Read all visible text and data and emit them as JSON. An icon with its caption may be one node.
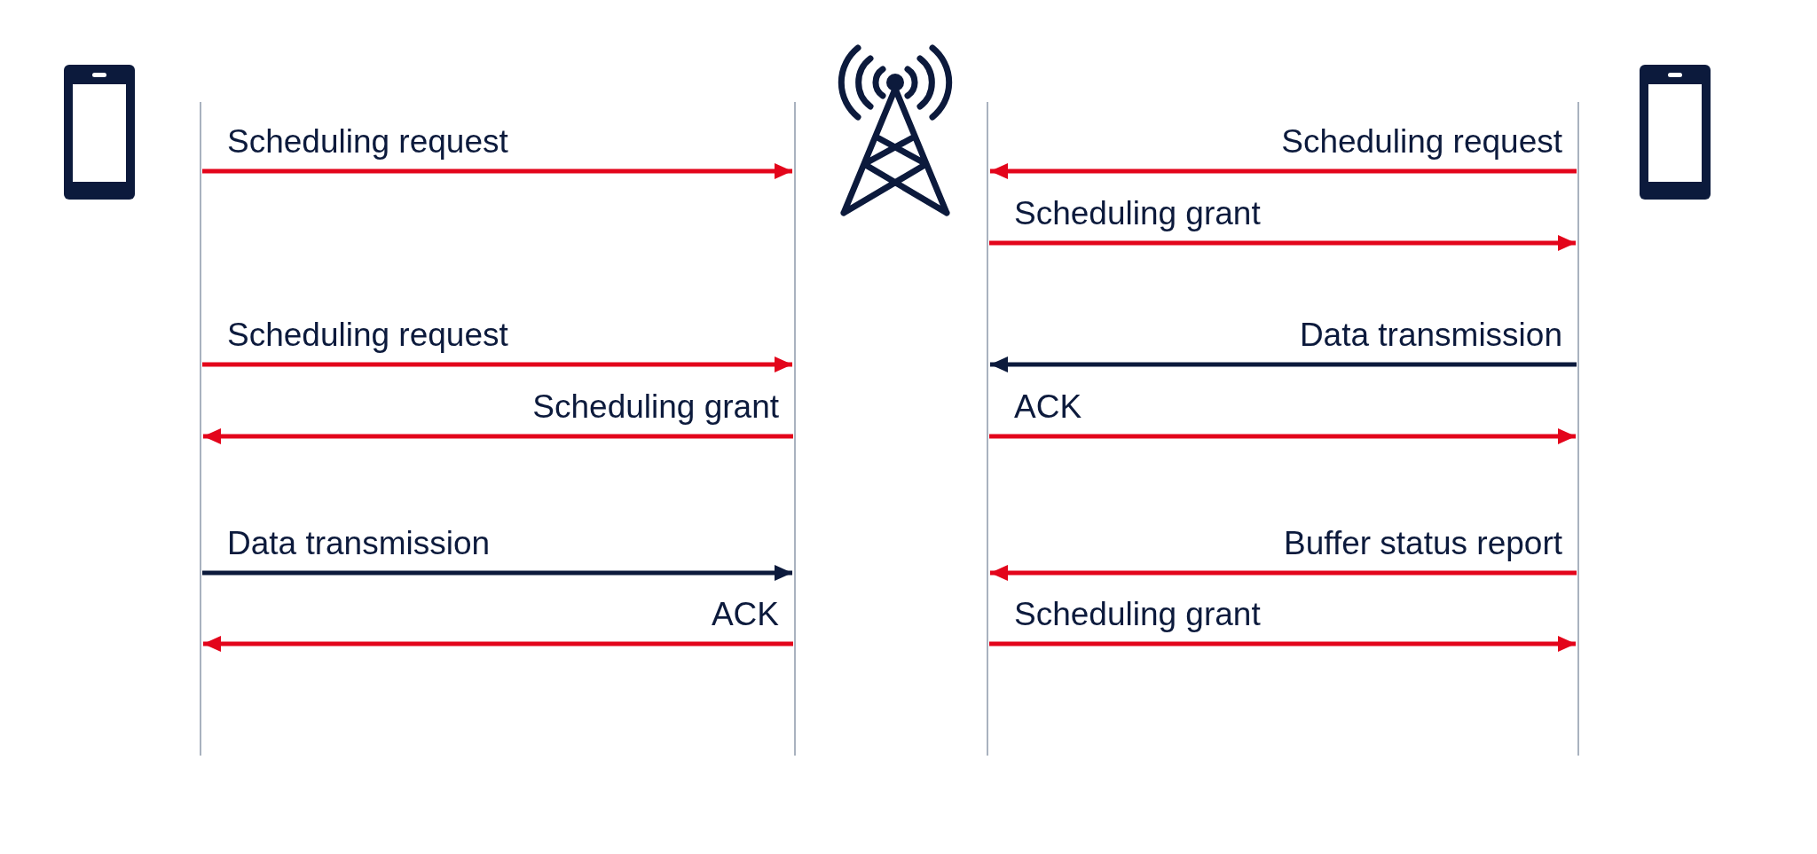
{
  "diagram": {
    "nodes": [
      {
        "text": [],
        "shape": "picture"
      },
      {
        "text": [],
        "shape": "picture"
      },
      {
        "text": [],
        "shape": "picture"
      },
      {
        "text": [],
        "shape": "line"
      },
      {
        "text": [],
        "shape": "line"
      },
      {
        "text": [],
        "shape": "line"
      },
      {
        "text": [],
        "shape": "line"
      }
    ],
    "edges": [
      {
        "from": 3,
        "to": 4,
        "arrow": "to",
        "label": "Scheduling request"
      },
      {
        "from": 3,
        "to": 4,
        "arrow": "to",
        "label": "Scheduling request"
      },
      {
        "from": 4,
        "to": 3,
        "arrow": "to",
        "label": "Scheduling grant"
      },
      {
        "from": 3,
        "to": 4,
        "arrow": "to",
        "label": "Data transmission",
        "color": "#0c1a3c"
      },
      {
        "from": 4,
        "to": 3,
        "arrow": "to",
        "label": "ACK"
      },
      {
        "from": 6,
        "to": 5,
        "arrow": "to",
        "label": "Scheduling request"
      },
      {
        "from": 5,
        "to": 6,
        "arrow": "to",
        "label": "Scheduling grant"
      },
      {
        "from": 6,
        "to": 5,
        "arrow": "to",
        "label": "Data transmission",
        "color": "#0c1a3c"
      },
      {
        "from": 5,
        "to": 6,
        "arrow": "to",
        "label": "ACK"
      },
      {
        "from": 6,
        "to": 5,
        "arrow": "to",
        "label": "Buffer status report"
      },
      {
        "from": 5,
        "to": 6,
        "arrow": "to",
        "label": "Scheduling grant"
      }
    ]
  }
}
